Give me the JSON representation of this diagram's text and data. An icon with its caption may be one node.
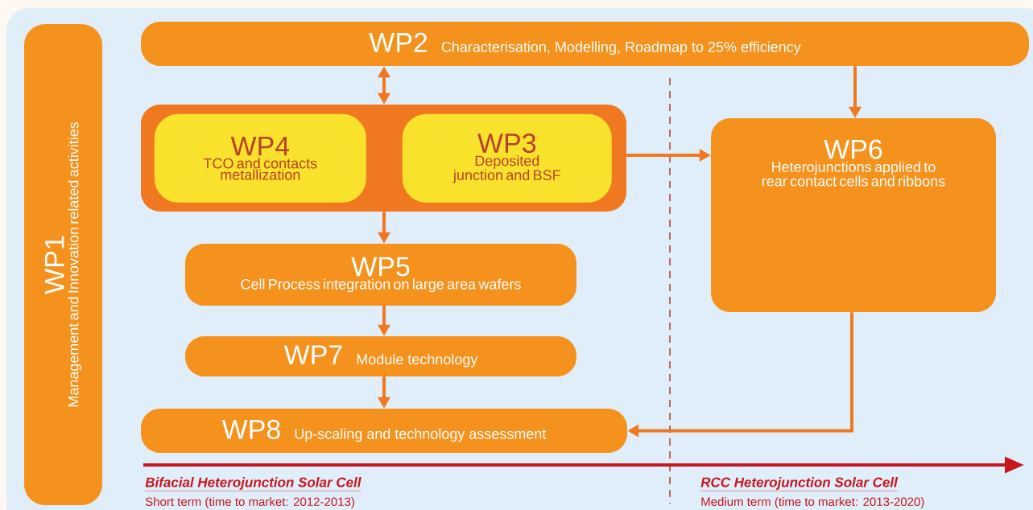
{
  "diagram": {
    "nodes": [
      {
        "text": [
          "WP1",
          "Management and Innovation related activities"
        ]
      },
      {
        "text": [
          "WP2",
          "Characterisation, Modelling, Roadmap to 25% efficiency"
        ]
      },
      {
        "text": [],
        "shape": "box"
      },
      {
        "text": [
          "WP4",
          "TCO and contacts metallization"
        ],
        "in": 2
      },
      {
        "text": [
          "WP3",
          "Deposited junction and BSF"
        ],
        "in": 2
      },
      {
        "text": [
          "WP6",
          "Heterojunctions applied to rear contact cells and ribbons"
        ]
      },
      {
        "text": [
          "WP5",
          "Cell Process integration on large area wafers"
        ]
      },
      {
        "text": [
          "WP7",
          "Module technology"
        ]
      },
      {
        "text": [
          "WP8",
          "Up-scaling and technology assessment"
        ]
      }
    ],
    "edges": [
      {
        "from": 1,
        "to": 2,
        "arrow": "both"
      },
      {
        "from": 2,
        "to": 5,
        "arrow": "to"
      },
      {
        "from": 1,
        "to": 5,
        "arrow": "to"
      },
      {
        "from": 2,
        "to": 6,
        "arrow": "to"
      },
      {
        "from": 6,
        "to": 7,
        "arrow": "to"
      },
      {
        "from": 7,
        "to": 8,
        "arrow": "to"
      },
      {
        "from": 5,
        "to": 8,
        "arrow": "to"
      }
    ],
    "labels": [
      "Bifacial Heterojunction Solar Cell",
      "Short term (time to market: 2012-2013)",
      "RCC Heterojunction Solar Cell",
      "Medium term (time to market: 2013-2020)"
    ]
  }
}
